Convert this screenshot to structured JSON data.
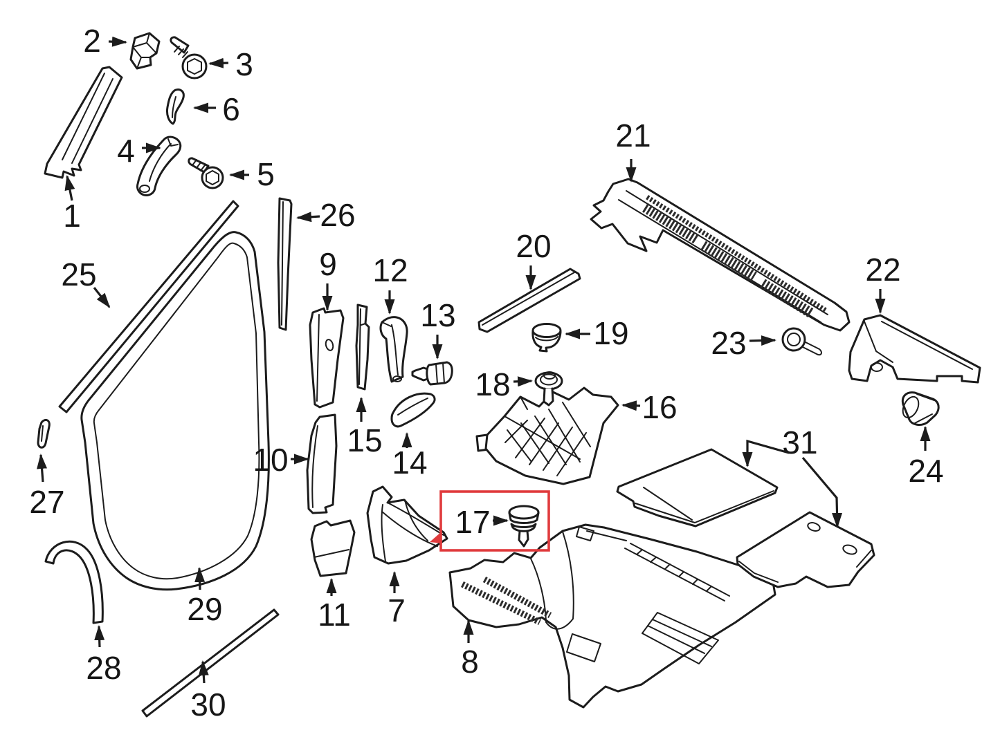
{
  "diagram": {
    "background_color": "#ffffff",
    "line_color": "#1c1c1c",
    "highlight_color": "#e03a3c",
    "highlighted_part_label": "17",
    "labels": {
      "p1": "1",
      "p2": "2",
      "p3": "3",
      "p4": "4",
      "p5": "5",
      "p6": "6",
      "p7": "7",
      "p8": "8",
      "p9": "9",
      "p10": "10",
      "p11": "11",
      "p12": "12",
      "p13": "13",
      "p14": "14",
      "p15": "15",
      "p16": "16",
      "p17": "17",
      "p18": "18",
      "p19": "19",
      "p20": "20",
      "p21": "21",
      "p22": "22",
      "p23": "23",
      "p24": "24",
      "p25": "25",
      "p26": "26",
      "p27": "27",
      "p28": "28",
      "p29": "29",
      "p30": "30",
      "p31": "31"
    }
  }
}
